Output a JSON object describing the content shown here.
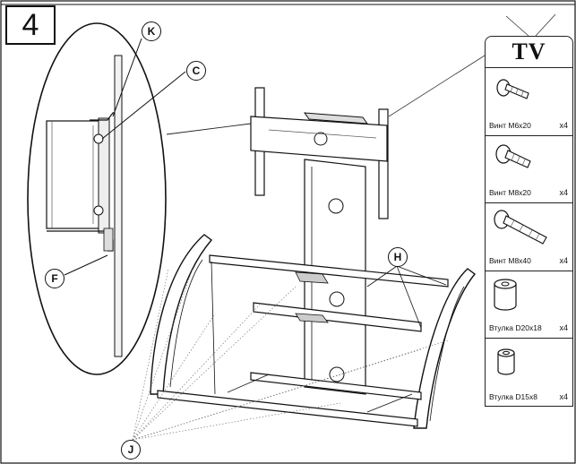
{
  "step": {
    "number": "4"
  },
  "callouts": {
    "k": "K",
    "c": "C",
    "f": "F",
    "h": "H",
    "j": "J"
  },
  "panel": {
    "title": "TV",
    "parts": [
      {
        "name": "Винт M6x20",
        "qty": "x4",
        "icon": "screw-short-icon"
      },
      {
        "name": "Винт M8x20",
        "qty": "x4",
        "icon": "screw-medium-icon"
      },
      {
        "name": "Винт M8x40",
        "qty": "x4",
        "icon": "screw-long-icon"
      },
      {
        "name": "Втулка D20x18",
        "qty": "x4",
        "icon": "spacer-large-icon"
      },
      {
        "name": "Втулка D15x8",
        "qty": "x4",
        "icon": "spacer-small-icon"
      }
    ]
  }
}
